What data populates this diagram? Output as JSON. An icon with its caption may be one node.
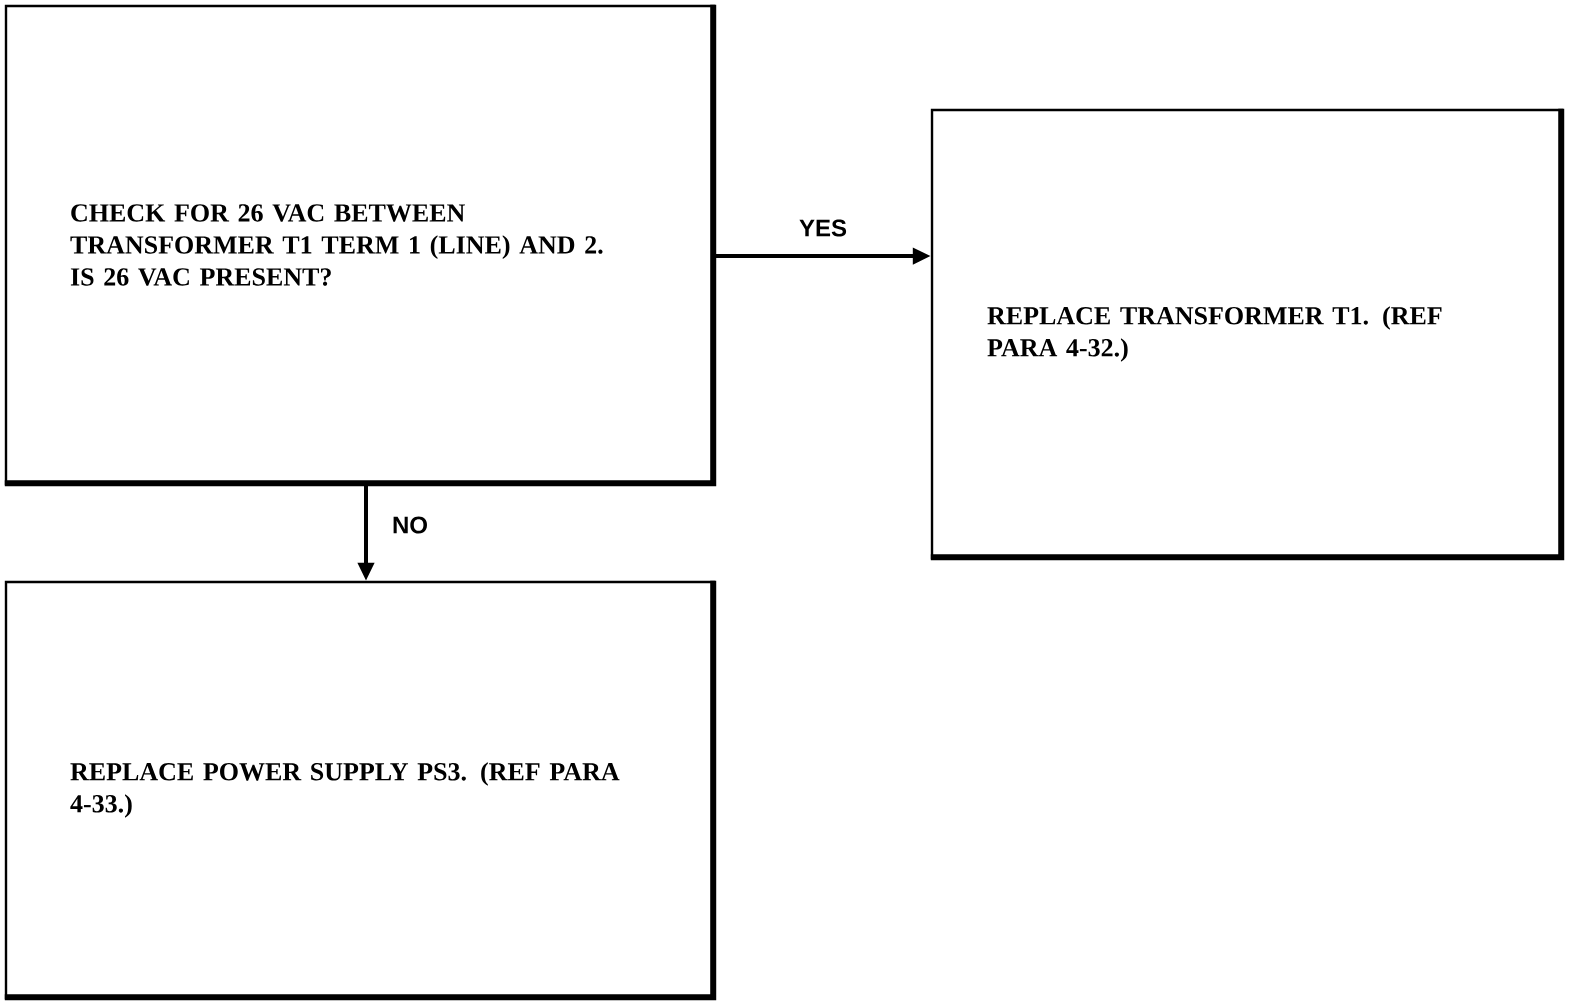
{
  "diagram": {
    "nodes": [
      {
        "text": [
          "CHECK FOR 26 VAC BETWEEN TRANSFORMER T1 TERM 1 (LINE) AND 2. IS 26 VAC PRESENT?"
        ]
      },
      {
        "text": [
          "REPLACE TRANSFORMER T1. (REF PARA 4-32.)"
        ]
      },
      {
        "text": [
          "REPLACE POWER SUPPLY PS3. (REF PARA 4-33.)"
        ]
      }
    ],
    "edges": [
      {
        "from": 0,
        "to": 1,
        "arrow": "to",
        "label": "YES"
      },
      {
        "from": 0,
        "to": 2,
        "arrow": "to",
        "label": "NO"
      }
    ]
  }
}
